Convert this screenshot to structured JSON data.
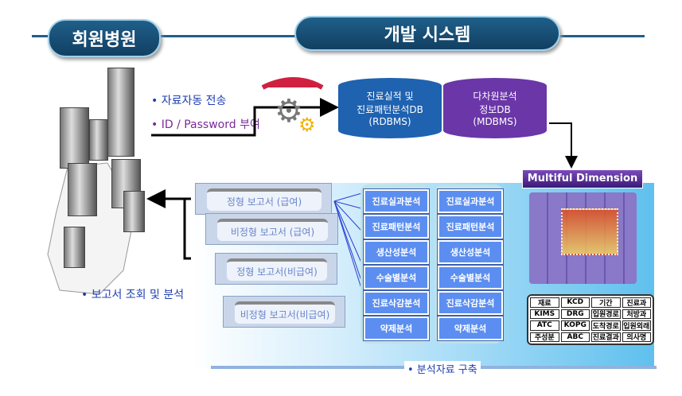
{
  "header": {
    "left_title": "회원병원",
    "right_title": "개발 시스템"
  },
  "left": {
    "transfer": "• 자료자동 전송",
    "password": "• ID / Password 부여",
    "report_view": "• 보고서 조회 및 분석"
  },
  "databases": [
    {
      "lines": [
        "진료실적 및",
        "진료패턴분석DB",
        "(RDBMS)"
      ],
      "color": "#1f62b0"
    },
    {
      "lines": [
        "다차원분석",
        "정보DB",
        "(MDBMS)"
      ],
      "color": "#6a36a8"
    }
  ],
  "multidim_label": "Multiful Dimension",
  "reports": [
    "정형 보고서 (급여)",
    "비정형 보고서 (급여)",
    "정형 보고서(비급여)",
    "비정형 보고서(비급여)"
  ],
  "analyses": [
    "진료실과분석",
    "진료패턴분석",
    "생산성분석",
    "수술별분석",
    "진료삭감분석",
    "약제분석"
  ],
  "dimensions": [
    "재료",
    "KCD",
    "기간",
    "진료과",
    "KIMS",
    "DRG",
    "입원경로",
    "처방과",
    "ATC",
    "KOPG",
    "도착경로",
    "입원외래",
    "주성분",
    "ABC",
    "진료결과",
    "의사명"
  ],
  "footer": "• 분석자료 구축"
}
